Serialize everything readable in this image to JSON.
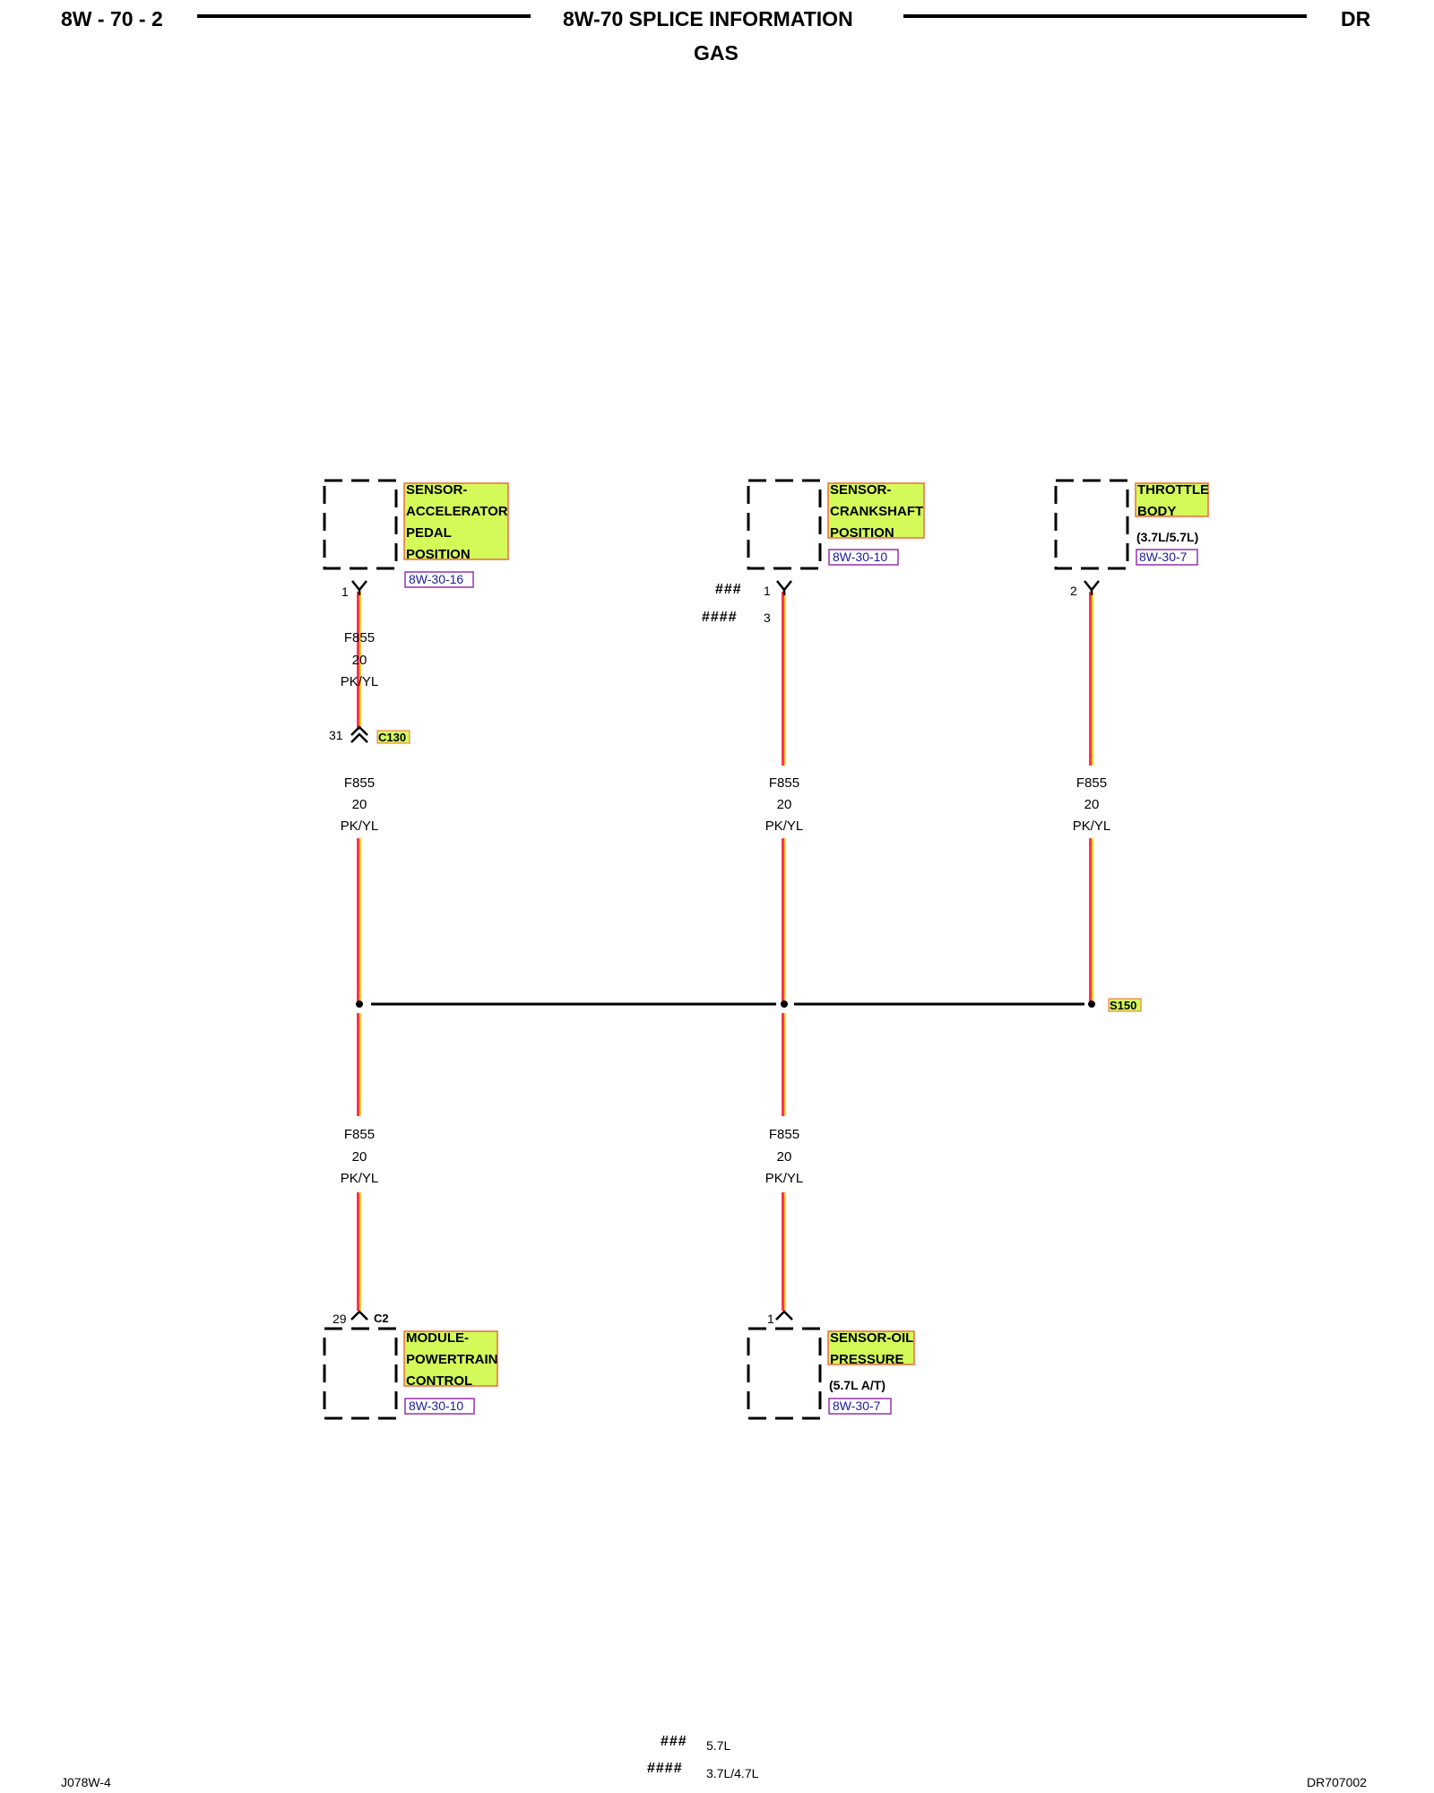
{
  "header": {
    "page_number": "8W - 70 - 2",
    "title": "8W-70 SPLICE INFORMATION",
    "subtitle": "GAS",
    "model": "DR"
  },
  "footer": {
    "left_code": "J078W-4",
    "right_code": "DR707002"
  },
  "legend": [
    {
      "symbol": "###",
      "meaning": "5.7L"
    },
    {
      "symbol": "####",
      "meaning": "3.7L/4.7L"
    }
  ],
  "components": {
    "accel_pedal": {
      "name_lines": [
        "SENSOR-",
        "ACCELERATOR",
        "PEDAL",
        "POSITION"
      ],
      "ref": "8W-30-16"
    },
    "crankshaft": {
      "name_lines": [
        "SENSOR-",
        "CRANKSHAFT",
        "POSITION"
      ],
      "ref": "8W-30-10"
    },
    "throttle_body": {
      "name_lines": [
        "THROTTLE",
        "BODY"
      ],
      "note": "(3.7L/5.7L)",
      "ref": "8W-30-7"
    },
    "pcm": {
      "name_lines": [
        "MODULE-",
        "POWERTRAIN",
        "CONTROL"
      ],
      "ref": "8W-30-10"
    },
    "oil_pressure": {
      "name_lines": [
        "SENSOR-OIL",
        "PRESSURE"
      ],
      "note": "(5.7L A/T)",
      "ref": "8W-30-7"
    }
  },
  "pins": {
    "accel_pin": "1",
    "crank_pin_a_symbol": "###",
    "crank_pin_a": "1",
    "crank_pin_b_symbol": "####",
    "crank_pin_b": "3",
    "throttle_pin": "2",
    "c130_pin": "31",
    "pcm_pin": "29",
    "oil_pin": "1"
  },
  "connectors": {
    "inline": "C130",
    "pcm": "C2",
    "splice": "S150"
  },
  "wire": {
    "circuit": "F855",
    "gauge": "20",
    "color": "PK/YL"
  },
  "colors": {
    "wire_pink": "#ff3355",
    "wire_yellow": "#ffd21a",
    "label_fill": "#d4fa5a",
    "label_border": "#f06a3c",
    "ref_border": "#9a2fb0",
    "ref_text": "#1a1a9a"
  }
}
